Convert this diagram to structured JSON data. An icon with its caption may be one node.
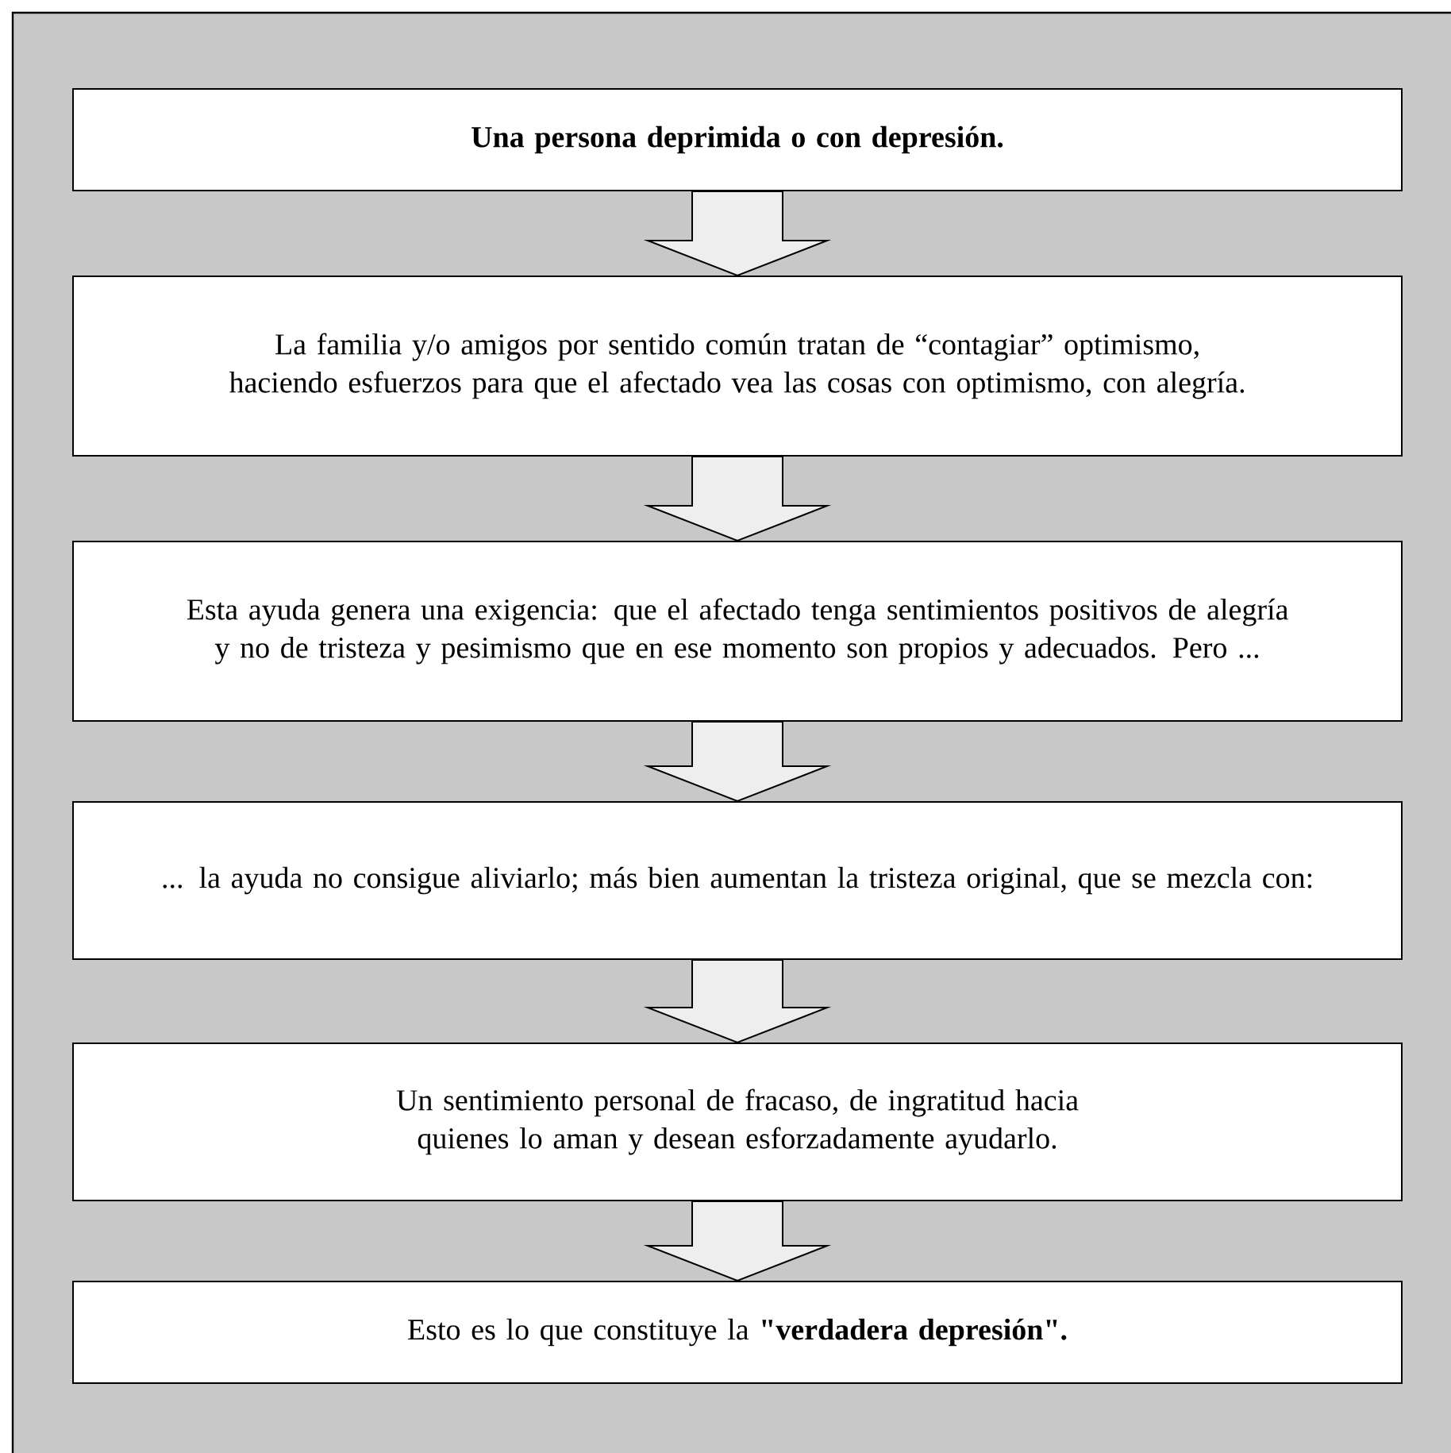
{
  "diagram": {
    "nodes": [
      {
        "text": [
          "Una persona deprimida o con depresión."
        ]
      },
      {
        "text": [
          "La familia y/o amigos por sentido común tratan de “contagiar” optimismo, haciendo esfuerzos para que el afectado vea las cosas con optimismo, con alegría."
        ]
      },
      {
        "text": [
          "Esta ayuda genera una exigencia: que el afectado tenga sentimientos positivos de alegría y no de tristeza y pesimismo que en ese momento son propios y adecuados. Pero ..."
        ]
      },
      {
        "text": [
          "... la ayuda no consigue aliviarlo; más bien aumentan la tristeza original, que se mezcla con:"
        ]
      },
      {
        "text": [
          "Un sentimiento personal de fracaso, de ingratitud hacia quienes lo aman y desean esforzadamente ayudarlo."
        ]
      },
      {
        "text": [
          "Esto es lo que constituye la **\"verdadera depresión\".**"
        ]
      }
    ],
    "edges": [
      {
        "from": 0,
        "to": 1,
        "arrow": "to"
      },
      {
        "from": 1,
        "to": 2,
        "arrow": "to"
      },
      {
        "from": 2,
        "to": 3,
        "arrow": "to"
      },
      {
        "from": 3,
        "to": 4,
        "arrow": "to"
      },
      {
        "from": 4,
        "to": 5,
        "arrow": "to"
      }
    ]
  }
}
